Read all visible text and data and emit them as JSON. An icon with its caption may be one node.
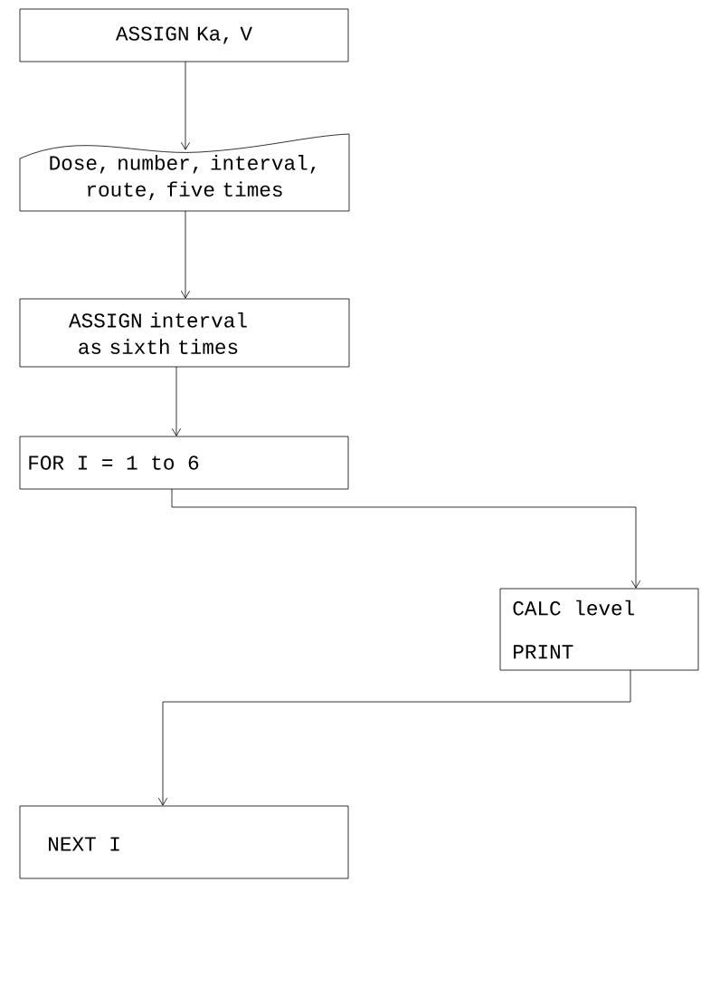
{
  "diagram": {
    "nodes": [
      {
        "text": [
          "ASSIGN Ka, V"
        ]
      },
      {
        "text": [
          "Dose, number, interval, route, five times"
        ]
      },
      {
        "text": [
          "ASSIGN interval as sixth times"
        ]
      },
      {
        "text": [
          "FOR I = 1 to 6"
        ]
      },
      {
        "text": [
          "CALC level",
          "PRINT"
        ]
      },
      {
        "text": [
          "NEXT I"
        ]
      }
    ],
    "edges": [
      {
        "from": 0,
        "to": 1,
        "arrow": "to"
      },
      {
        "from": 1,
        "to": 2,
        "arrow": "to"
      },
      {
        "from": 2,
        "to": 3,
        "arrow": "to"
      },
      {
        "from": 3,
        "to": 4,
        "arrow": "to"
      },
      {
        "from": 4,
        "to": 5,
        "arrow": "to"
      }
    ]
  }
}
